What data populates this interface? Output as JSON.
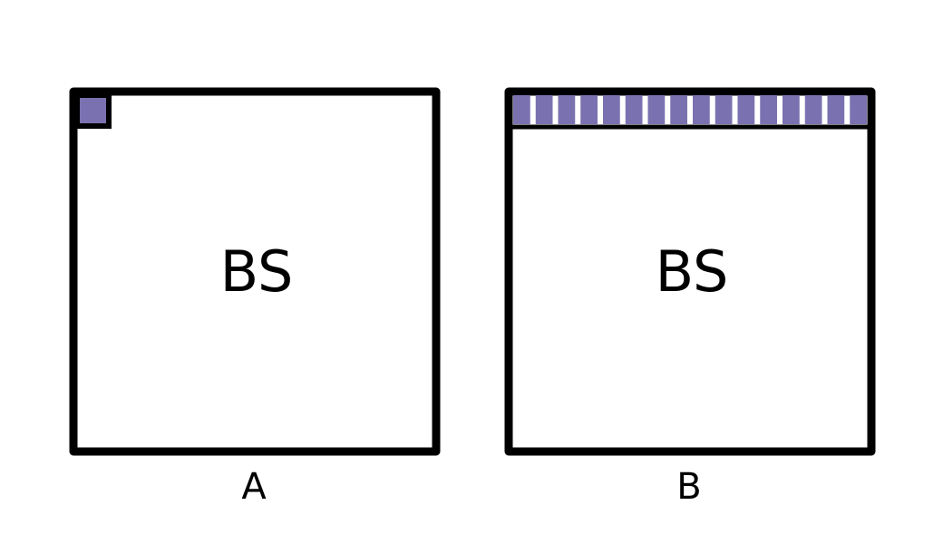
{
  "diagram": {
    "panels": [
      {
        "id": "A",
        "center_label": "BS",
        "caption": "A",
        "cell_count": 1
      },
      {
        "id": "B",
        "center_label": "BS",
        "caption": "B",
        "cell_count": 16
      }
    ],
    "colors": {
      "cell_fill": "#7a72b0",
      "stroke": "#000000",
      "background": "#ffffff"
    }
  }
}
